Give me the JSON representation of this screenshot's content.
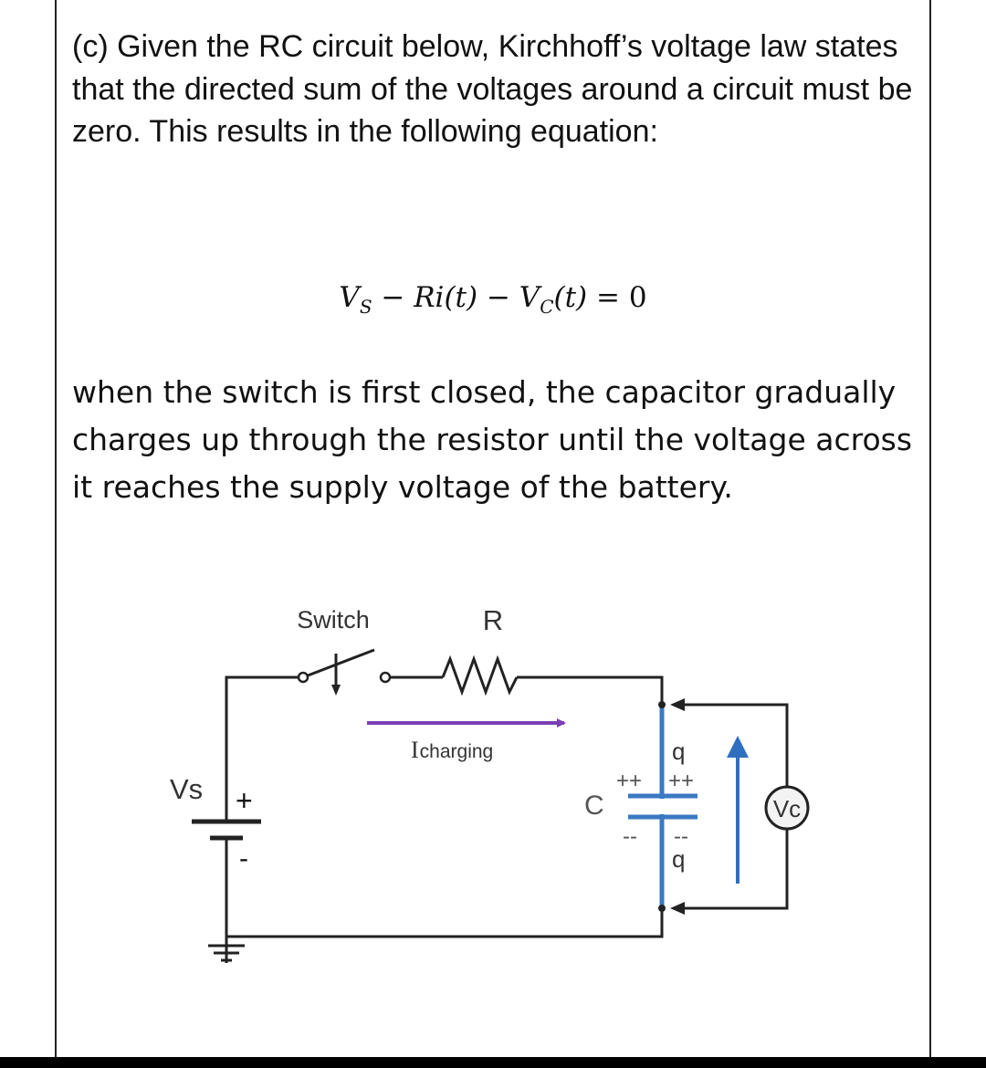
{
  "question": {
    "text": "(c) Given the RC circuit below, Kirchhoff’s voltage law states that the directed sum of the voltages around a circuit must be zero. This results in the following equation:"
  },
  "equation": {
    "vs": "V",
    "vs_sub": "S",
    "minus1": " − ",
    "ri": "Ri(t)",
    "minus2": " − ",
    "vc": "V",
    "vc_sub": "C",
    "vc_arg": "(t)",
    "equals": " = 0"
  },
  "paragraph": {
    "text": "when the switch is first closed, the capacitor gradually charges up through the resistor until the voltage across it reaches the supply voltage of the battery."
  },
  "circuit": {
    "switch_label": "Switch",
    "resistor_label": "R",
    "current_label_main": "I",
    "current_label_sub": "charging",
    "source_label": "Vs",
    "plus_sign": "+",
    "minus_sign": "-",
    "capacitor_label": "C",
    "charge_top": "q",
    "charge_bottom": "q",
    "plus_marks": "++",
    "minus_marks": "--",
    "voltmeter_label": "Vc"
  },
  "colors": {
    "wire": "#222222",
    "capacitor_plate": "#3a78c2",
    "current_arrow": "#7b3fb4",
    "voltage_arrow": "#2f6fc0",
    "label_text": "#333333"
  }
}
